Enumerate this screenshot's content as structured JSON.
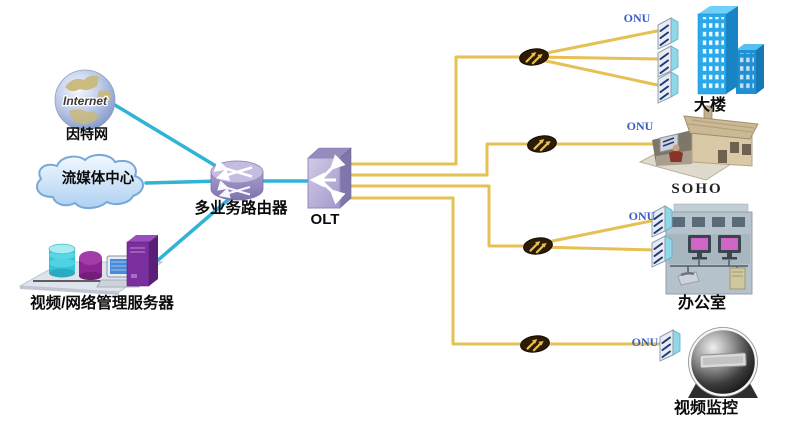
{
  "diagram": {
    "internet": {
      "icon_text": "Internet",
      "label": "因特网"
    },
    "media_center": {
      "label": "流媒体中心"
    },
    "mgmt_server": {
      "label": "视频/网络管理服务器"
    },
    "router": {
      "label": "多业务路由器"
    },
    "olt": {
      "label": "OLT"
    },
    "building": {
      "onu_label": "ONU",
      "label": "大楼"
    },
    "soho": {
      "onu_label": "ONU",
      "label": "SOHO"
    },
    "office": {
      "onu_label": "ONU",
      "label": "办公室"
    },
    "surveillance": {
      "onu_label": "ONU",
      "label": "视频监控"
    }
  },
  "colors": {
    "fiber": "#e5c054",
    "link": "#2fb3d6",
    "onu_text": "#3a5ec4"
  }
}
